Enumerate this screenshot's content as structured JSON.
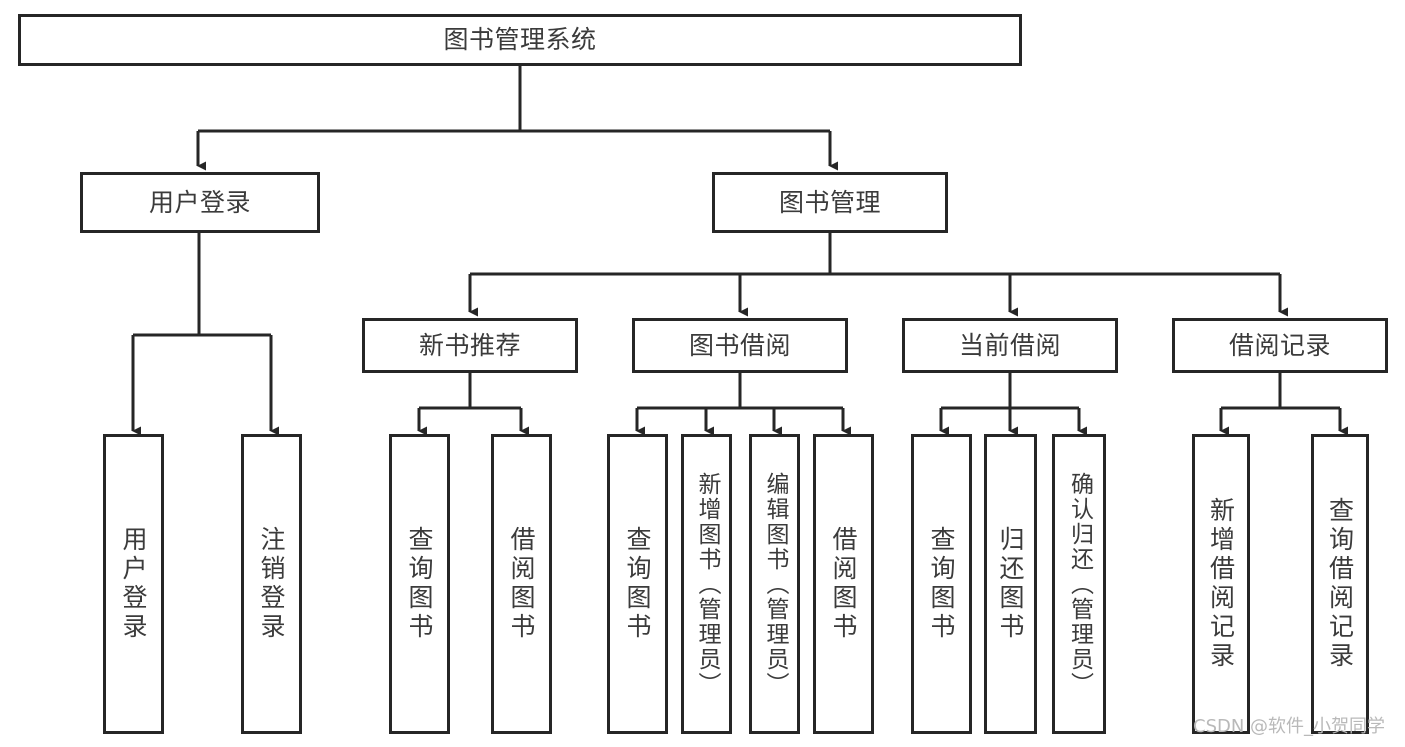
{
  "diagram": {
    "title": "图书管理系统",
    "type": "tree-hierarchy-chart",
    "root": {
      "label": "图书管理系统"
    },
    "level2": [
      {
        "label": "用户登录"
      },
      {
        "label": "图书管理"
      }
    ],
    "level3": [
      {
        "label": "新书推荐"
      },
      {
        "label": "图书借阅"
      },
      {
        "label": "当前借阅"
      },
      {
        "label": "借阅记录"
      }
    ],
    "leaves": {
      "user_login": [
        {
          "label": "用户登录"
        },
        {
          "label": "注销登录"
        }
      ],
      "new_book_recommend": [
        {
          "label": "查询图书"
        },
        {
          "label": "借阅图书"
        }
      ],
      "book_borrow": [
        {
          "label": "查询图书"
        },
        {
          "label": "新增图书（管理员）"
        },
        {
          "label": "编辑图书（管理员）"
        },
        {
          "label": "借阅图书"
        }
      ],
      "current_borrow": [
        {
          "label": "查询图书"
        },
        {
          "label": "归还图书"
        },
        {
          "label": "确认归还（管理员）"
        }
      ],
      "borrow_record": [
        {
          "label": "新增借阅记录"
        },
        {
          "label": "查询借阅记录"
        }
      ]
    }
  },
  "watermark": {
    "text": "CSDN @软件_小贺同学"
  },
  "colors": {
    "stroke": "#262626",
    "text": "#3b3b3b",
    "background": "#ffffff",
    "watermark": "#b9b9b9"
  }
}
